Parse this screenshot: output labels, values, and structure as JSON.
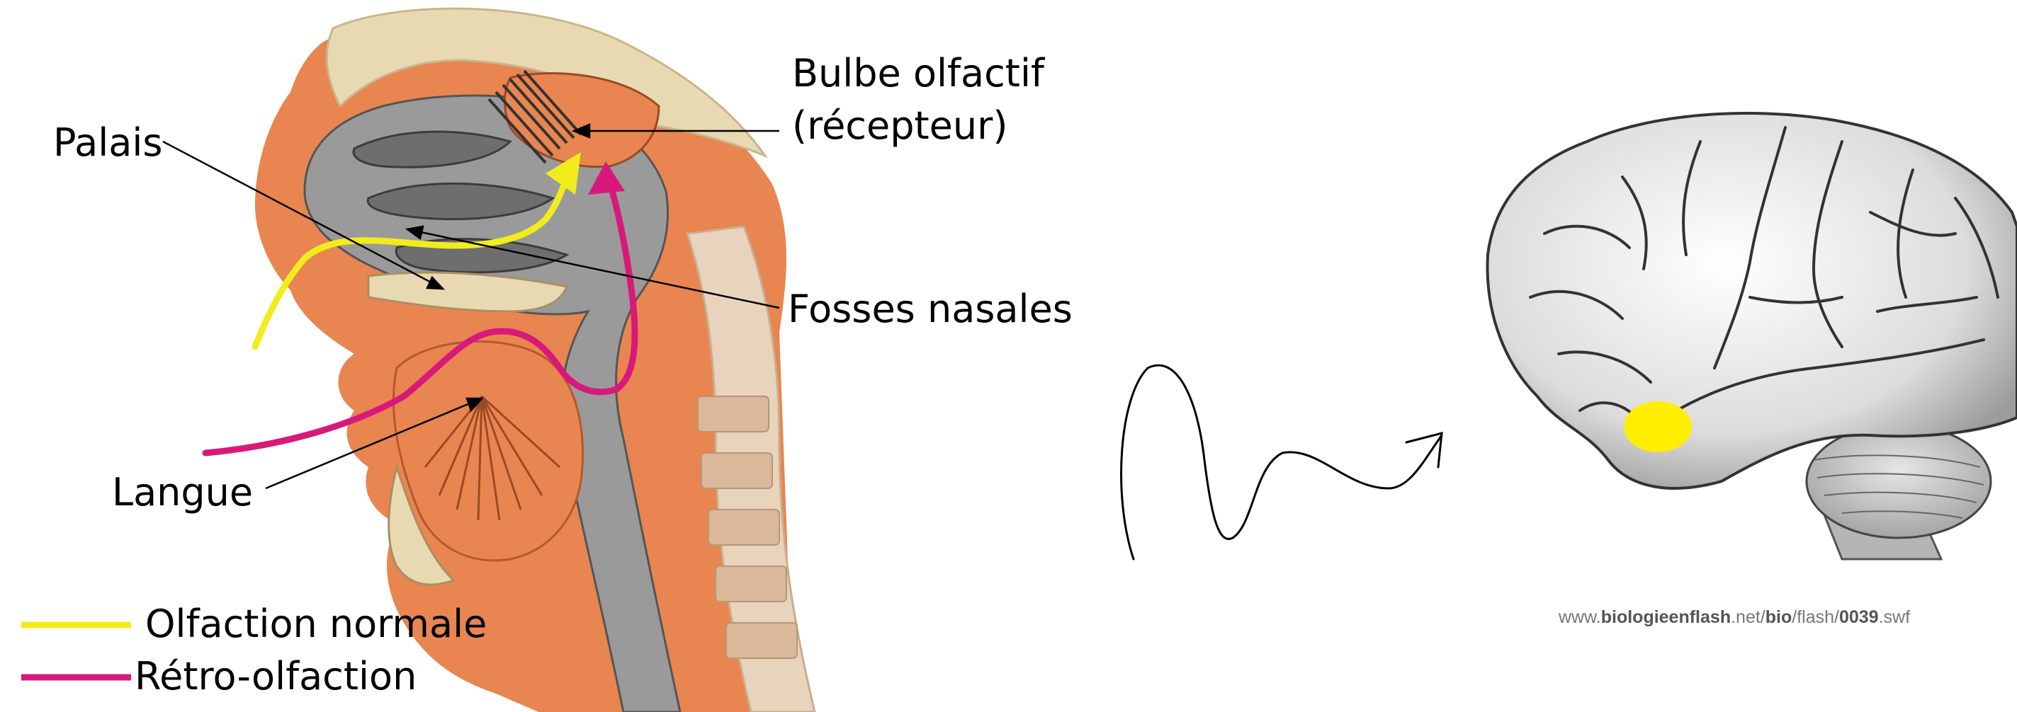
{
  "labels": {
    "bulbe_line1": "Bulbe olfactif",
    "bulbe_line2": "(récepteur)",
    "palais": "Palais",
    "fosses": "Fosses nasales",
    "langue": "Langue"
  },
  "legend": {
    "normal": "Olfaction normale",
    "retro": "Rétro-olfaction"
  },
  "source_url": {
    "p1": "www.",
    "p2": "biologieenflash",
    "p3": ".net/",
    "p4": "bio",
    "p5": "/flash/",
    "p6": "0039",
    "p7": ".swf"
  },
  "colors": {
    "olfaction_normale": "#f2ec1c",
    "retro_olfaction": "#d9197a",
    "tissue": "#e98550",
    "bone": "#e9d9b3",
    "cavity": "#9a9a9a",
    "brain_region": "#ffee00"
  }
}
